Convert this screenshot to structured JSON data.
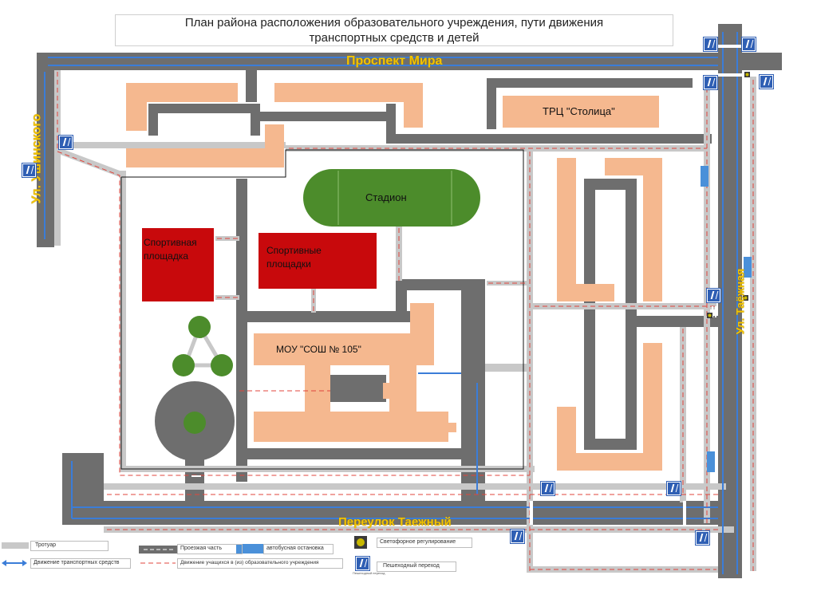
{
  "title": {
    "line1": "План района расположения образовательного учреждения, пути движения",
    "line2": "транспортных средств и детей"
  },
  "streets": {
    "prospekt": "Проспект Мира",
    "ushinskogo": "Ул. Ушинского",
    "right_street": "Ул. Таёжная",
    "pereulok": "Переулок Таежный"
  },
  "places": {
    "trc": "ТРЦ \"Столица\"",
    "stadium": "Стадион",
    "sport_ground": "Спортивная площадка",
    "sport_grounds": "Спортивные площадки",
    "school": "МОУ \"СОШ № 105\""
  },
  "legend": {
    "sidewalk": "Тротуар",
    "roadway": "Проезжая часть",
    "bus_stop": "автобусная остановка",
    "traffic_light": "Светофорное регулирование",
    "vehicle_movement": "Движение транспортных средств",
    "student_movement": "Движение учащихся в (из) образовательного учреждения",
    "crossing": "Пешеходный переход",
    "crossing_sign": "Пешеходный переход"
  },
  "colors": {
    "road": "#6e6e6e",
    "sidewalk": "#c8c8c8",
    "building": "#f5b88f",
    "sport": "#c8090c",
    "stadium": "#4c8c2b",
    "vehicle_arrow": "#3b7dd8",
    "student_path": "#e0453c",
    "bus_stop": "#4a90d9",
    "street_label": "#f2c200"
  }
}
